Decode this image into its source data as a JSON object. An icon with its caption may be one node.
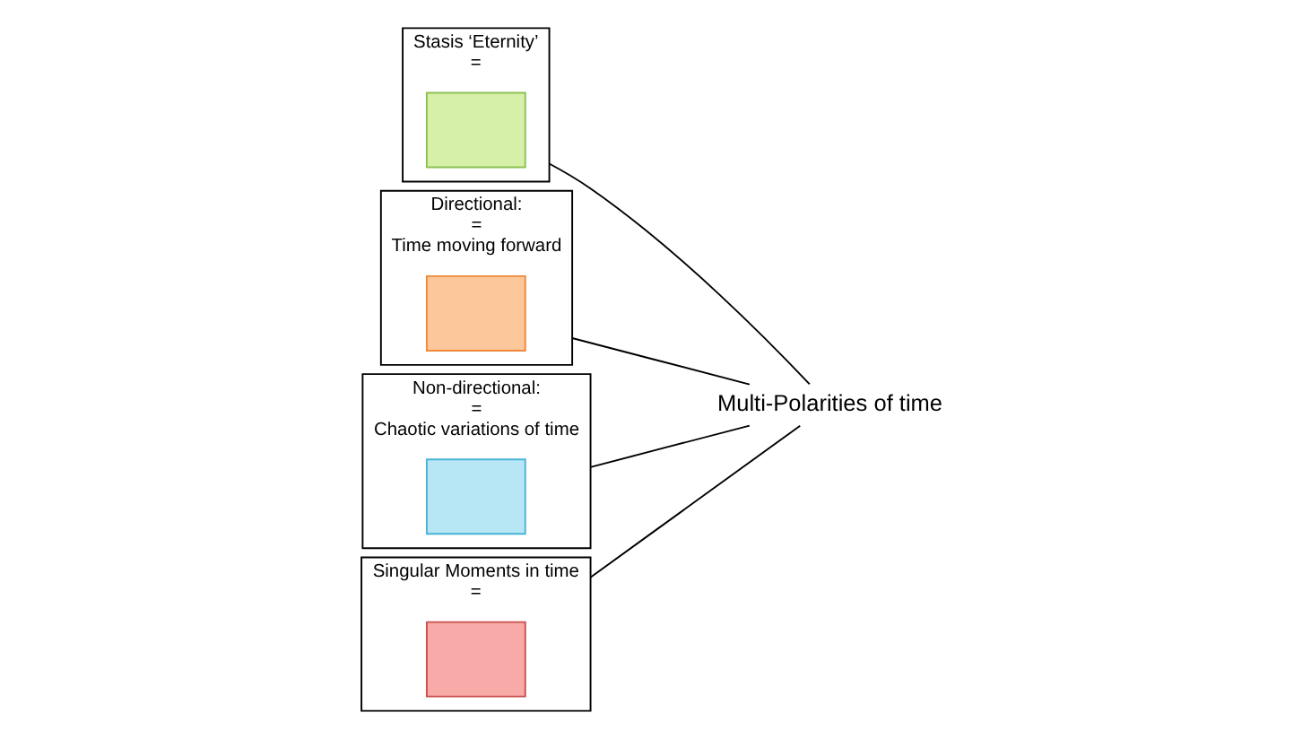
{
  "diagram": {
    "nodes": [
      {
        "text": [
          "Stasis ‘Eternity’",
          "="
        ]
      },
      {
        "text": [],
        "shape": "box",
        "in": 0
      },
      {
        "text": [
          "Directional:",
          "=",
          "Time moving forward"
        ]
      },
      {
        "text": [],
        "shape": "box",
        "in": 2
      },
      {
        "text": [
          "Non-directional:",
          "=",
          "Chaotic variations of time"
        ]
      },
      {
        "text": [],
        "shape": "box",
        "in": 4
      },
      {
        "text": [
          "Singular Moments in time",
          "="
        ]
      },
      {
        "text": [],
        "shape": "box",
        "in": 6
      },
      {
        "text": [
          "Multi-Polarities of time"
        ]
      }
    ],
    "edges": [
      {
        "from": 0,
        "to": 8,
        "arrow": "none"
      },
      {
        "from": 2,
        "to": 8,
        "arrow": "none"
      },
      {
        "from": 4,
        "to": 8,
        "arrow": "none"
      },
      {
        "from": 6,
        "to": 8,
        "arrow": "none"
      }
    ]
  }
}
